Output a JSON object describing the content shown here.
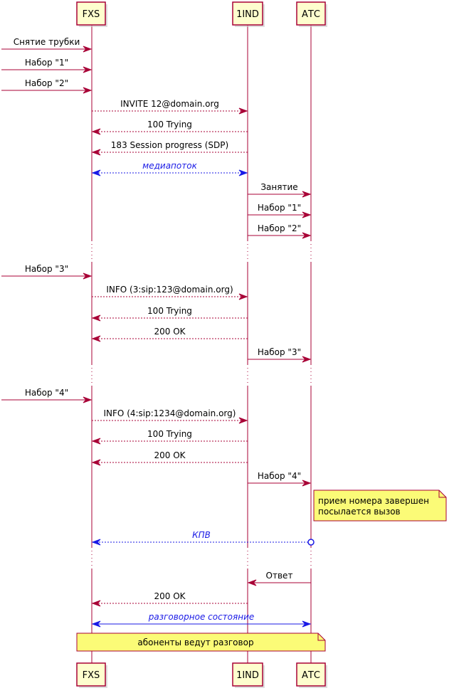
{
  "participants": [
    {
      "id": "fxs",
      "label": "FXS"
    },
    {
      "id": "ind",
      "label": "1IND"
    },
    {
      "id": "atc",
      "label": "АТС"
    }
  ],
  "colors": {
    "arrow": "#a80036",
    "media": "#1a1ae6",
    "participant_fill": "#fefece",
    "participant_border": "#a80036",
    "note_fill": "#fbfb77"
  },
  "messages": [
    {
      "from": "ext",
      "to": "fxs",
      "label": "Снятие трубки",
      "style": "solid",
      "color": "arrow"
    },
    {
      "from": "ext",
      "to": "fxs",
      "label": "Набор \"1\"",
      "style": "solid",
      "color": "arrow"
    },
    {
      "from": "ext",
      "to": "fxs",
      "label": "Набор \"2\"",
      "style": "solid",
      "color": "arrow"
    },
    {
      "from": "fxs",
      "to": "ind",
      "label": "INVITE 12@domain.org",
      "style": "dashed",
      "color": "arrow"
    },
    {
      "from": "ind",
      "to": "fxs",
      "label": "100 Trying",
      "style": "dashed",
      "color": "arrow"
    },
    {
      "from": "ind",
      "to": "fxs",
      "label": "183 Session progress (SDP)",
      "style": "dashed",
      "color": "arrow"
    },
    {
      "from": "fxs",
      "to": "ind",
      "label": "медиапоток",
      "style": "dashed",
      "color": "media",
      "bidir": true
    },
    {
      "from": "ind",
      "to": "atc",
      "label": "Занятие",
      "style": "solid",
      "color": "arrow"
    },
    {
      "from": "ind",
      "to": "atc",
      "label": "Набор \"1\"",
      "style": "solid",
      "color": "arrow"
    },
    {
      "from": "ind",
      "to": "atc",
      "label": "Набор \"2\"",
      "style": "solid",
      "color": "arrow"
    },
    {
      "from": "ext",
      "to": "fxs",
      "label": "Набор \"3\"",
      "style": "solid",
      "color": "arrow"
    },
    {
      "from": "fxs",
      "to": "ind",
      "label": "INFO (3:sip:123@domain.org)",
      "style": "dashed",
      "color": "arrow"
    },
    {
      "from": "ind",
      "to": "fxs",
      "label": "100 Trying",
      "style": "dashed",
      "color": "arrow"
    },
    {
      "from": "ind",
      "to": "fxs",
      "label": "200 OK",
      "style": "dashed",
      "color": "arrow"
    },
    {
      "from": "ind",
      "to": "atc",
      "label": "Набор \"3\"",
      "style": "solid",
      "color": "arrow"
    },
    {
      "from": "ext",
      "to": "fxs",
      "label": "Набор \"4\"",
      "style": "solid",
      "color": "arrow"
    },
    {
      "from": "fxs",
      "to": "ind",
      "label": "INFO (4:sip:1234@domain.org)",
      "style": "dashed",
      "color": "arrow"
    },
    {
      "from": "ind",
      "to": "fxs",
      "label": "100 Trying",
      "style": "dashed",
      "color": "arrow"
    },
    {
      "from": "ind",
      "to": "fxs",
      "label": "200 OK",
      "style": "dashed",
      "color": "arrow"
    },
    {
      "from": "ind",
      "to": "atc",
      "label": "Набор \"4\"",
      "style": "solid",
      "color": "arrow"
    },
    {
      "from": "atc",
      "to": "fxs",
      "label": "КПВ",
      "style": "dashed",
      "color": "media",
      "circle_start": true
    },
    {
      "from": "atc",
      "to": "ind",
      "label": "Ответ",
      "style": "solid",
      "color": "arrow"
    },
    {
      "from": "ind",
      "to": "fxs",
      "label": "200 OK",
      "style": "dashed",
      "color": "arrow"
    },
    {
      "from": "fxs",
      "to": "atc",
      "label": "разговорное состояние",
      "style": "solid",
      "color": "media",
      "bidir": true
    }
  ],
  "notes": [
    {
      "lines": [
        "прием номера завершен",
        "посылается вызов"
      ]
    },
    {
      "lines": [
        "абоненты ведут разговор"
      ]
    }
  ]
}
